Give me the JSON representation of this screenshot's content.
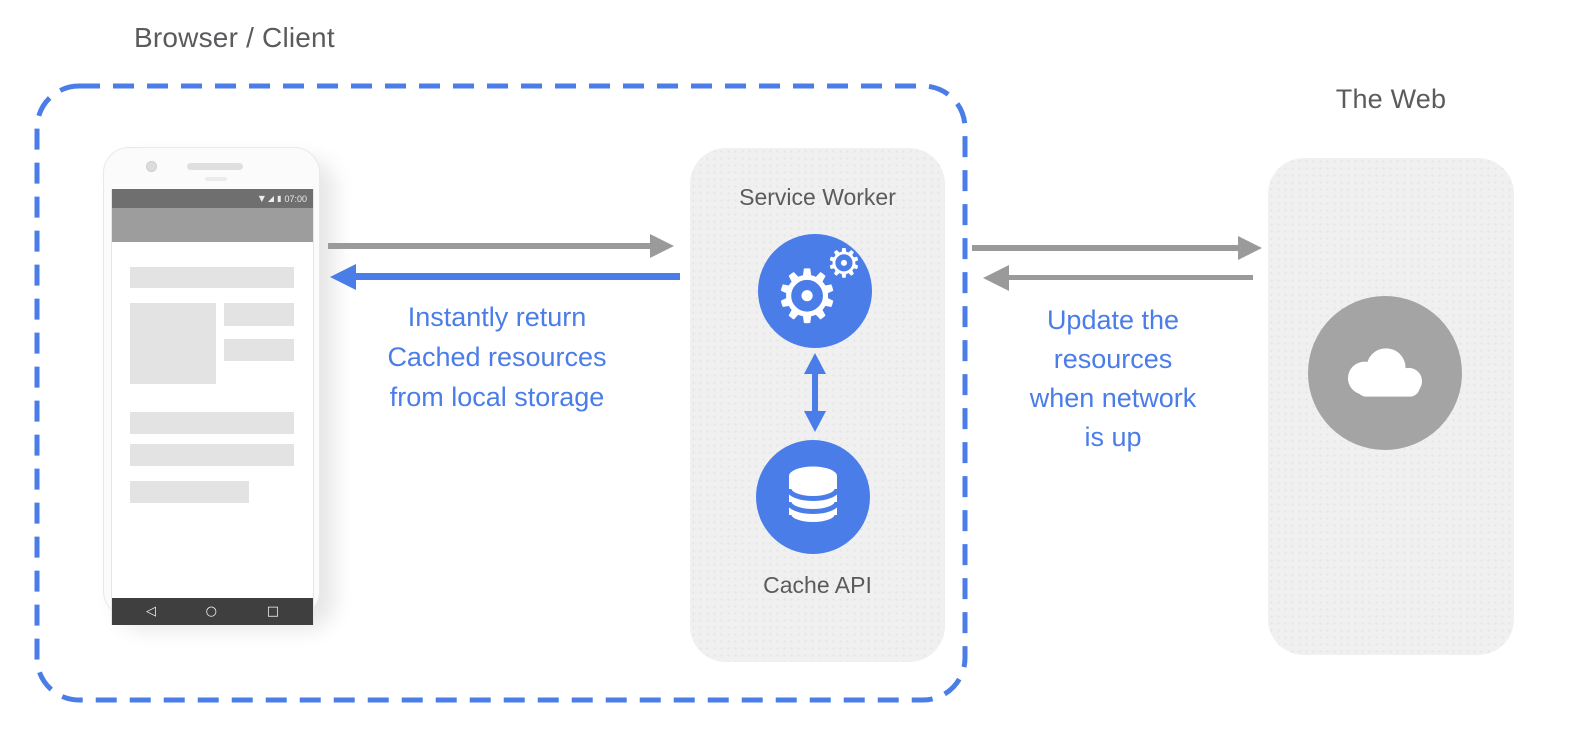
{
  "colors": {
    "accent": "#4a7de8",
    "arrow_gray": "#9a9a9a",
    "panel_bg": "#f0f0f0",
    "text_gray": "#5a5b5d",
    "web_circle": "#a4a4a4",
    "wireframe": "#e3e3e3"
  },
  "labels": {
    "browser_client": "Browser / Client",
    "service_worker": "Service Worker",
    "cache_api": "Cache API",
    "the_web": "The Web"
  },
  "annotations": {
    "instant_return": "Instantly return\nCached resources\nfrom local storage",
    "update_resources": "Update the\nresources\nwhen network\nis up"
  },
  "phone": {
    "status_time": "07:00",
    "icons": {
      "wifi": "▼",
      "signal": "◢",
      "battery": "▮",
      "nav_back": "◁",
      "nav_home": "○",
      "nav_recents": "□"
    }
  },
  "icons": {
    "gears": "⚙"
  }
}
